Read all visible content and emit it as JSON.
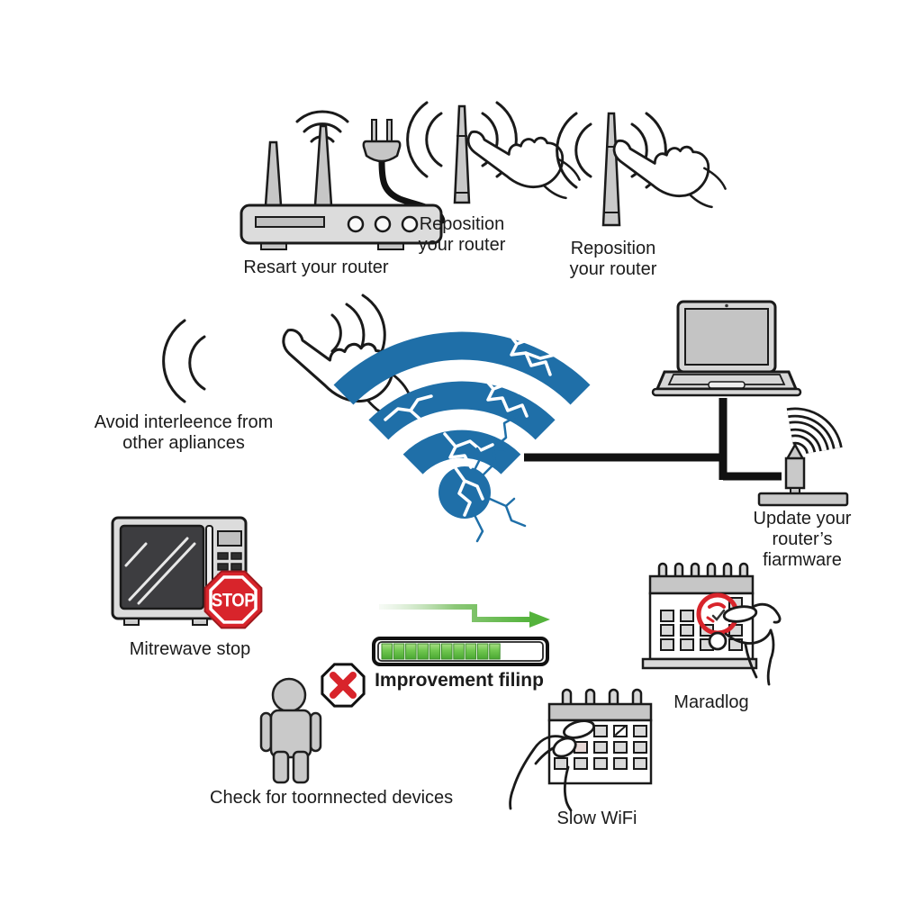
{
  "title": "Slow WiFi troubleshooting infographic",
  "colors": {
    "wifi_blue": "#1f6fa8",
    "alert_red": "#d8242b",
    "progress_green": "#54b33c",
    "outline": "#1a1a1a",
    "device_gray": "#d6d6d6"
  },
  "captions": {
    "restart": "Resart your router",
    "reposition_a_line1": "Reposition",
    "reposition_a_line2": "your router",
    "reposition_b_line1": "Reposition",
    "reposition_b_line2": "your router",
    "interference_line1": "Avoid interleence from",
    "interference_line2": "other apliances",
    "update_line1": "Update your",
    "update_line2": "router’s",
    "update_line3": "fiarmware",
    "microwave": "Mitrewave stop",
    "stop_sign": "STOP",
    "progress": "Improvement filinp",
    "devices": "Check for toornnected devices",
    "slow_wifi": "Slow WiFi",
    "calendar": "Maradlog"
  }
}
